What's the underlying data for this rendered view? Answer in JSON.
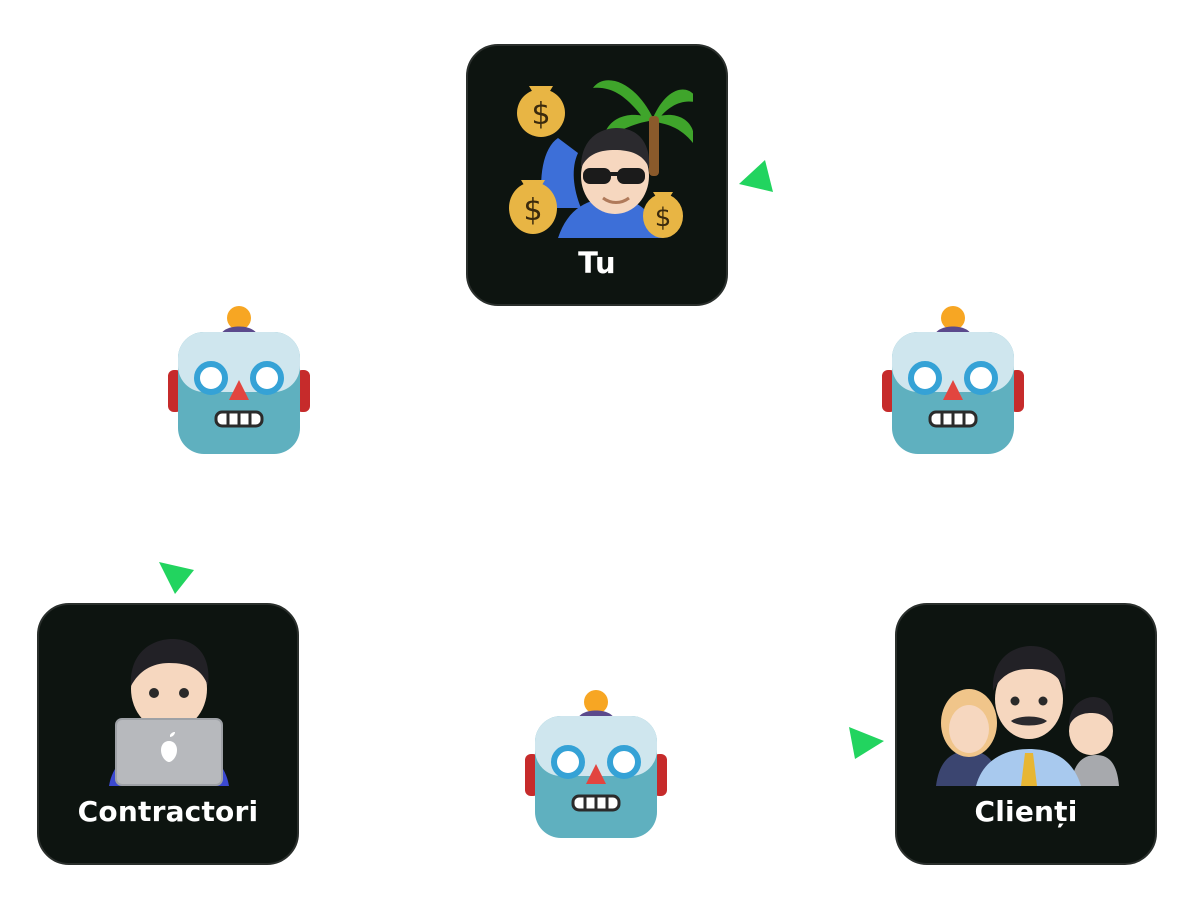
{
  "nodes": {
    "tu": {
      "label": "Tu",
      "icon": "money-bags-palm-person-icon"
    },
    "contractori": {
      "label": "Contractori",
      "icon": "person-laptop-icon"
    },
    "clienti": {
      "label": "Clienți",
      "icon": "family-group-icon"
    }
  },
  "connectors": [
    {
      "icon": "robot-icon",
      "between": [
        "contractori",
        "tu"
      ]
    },
    {
      "icon": "robot-icon",
      "between": [
        "tu",
        "clienti"
      ]
    },
    {
      "icon": "robot-icon",
      "between": [
        "clienti",
        "contractori"
      ]
    }
  ],
  "colors": {
    "card_background": "#0d1410",
    "arrow": "#22d45f",
    "label": "#ffffff"
  }
}
